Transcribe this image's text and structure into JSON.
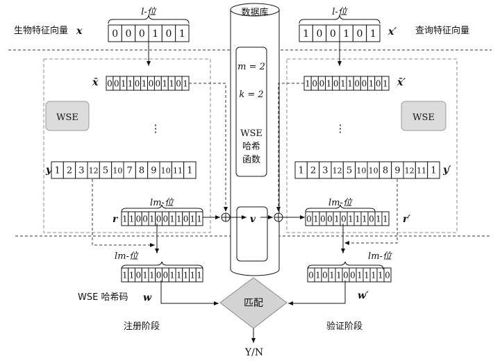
{
  "labels": {
    "bio_vector": "生物特征向量",
    "bio_var": "x",
    "query_vector": "查询特征向量",
    "query_var": "x′",
    "l_bit": "l-位",
    "lm_bit": "lm-位",
    "database": "数据库",
    "m_eq": "m = 2",
    "k_eq": "k = 2",
    "wse_hash_line1": "WSE",
    "wse_hash_line2": "哈希",
    "wse_hash_line3": "函数",
    "wse": "WSE",
    "xbar": "x̄",
    "xbar_prime": "x̄′",
    "y": "y",
    "y_prime": "y′",
    "r": "r",
    "r_prime": "r′",
    "v": "v",
    "w": "w",
    "w_prime": "w′",
    "wse_code": "WSE 哈希码",
    "match": "匹配",
    "enroll": "注册阶段",
    "verify": "验证阶段",
    "result": "Y/N",
    "vdots": "⋮"
  },
  "cells": {
    "x": [
      "0",
      "0",
      "0",
      "1",
      "0",
      "1"
    ],
    "x_prime": [
      "1",
      "0",
      "0",
      "1",
      "0",
      "1"
    ],
    "xbar": [
      "0",
      "0",
      "1",
      "1",
      "0",
      "1",
      "0",
      "0",
      "1",
      "1",
      "0",
      "1"
    ],
    "xbar_prime": [
      "1",
      "0",
      "0",
      "1",
      "0",
      "1",
      "1",
      "0",
      "0",
      "1",
      "0",
      "1"
    ],
    "y": [
      "1",
      "2",
      "3",
      "12",
      "5",
      "10",
      "7",
      "8",
      "9",
      "10",
      "11",
      "1"
    ],
    "y_prime": [
      "1",
      "2",
      "3",
      "12",
      "5",
      "10",
      "10",
      "8",
      "9",
      "12",
      "11",
      "1"
    ],
    "r": [
      "1",
      "1",
      "0",
      "0",
      "1",
      "0",
      "0",
      "1",
      "1",
      "0",
      "1",
      "1"
    ],
    "v": [
      "0",
      "1",
      "0",
      "0",
      "1",
      "0",
      "1",
      "1",
      "1",
      "0",
      "1",
      "1"
    ],
    "w": [
      "1",
      "1",
      "0",
      "1",
      "1",
      "0",
      "0",
      "1",
      "1",
      "1",
      "1",
      "1"
    ],
    "w_prime": [
      "0",
      "1",
      "0",
      "1",
      "1",
      "0",
      "0",
      "1",
      "1",
      "1",
      "1",
      "0"
    ]
  }
}
